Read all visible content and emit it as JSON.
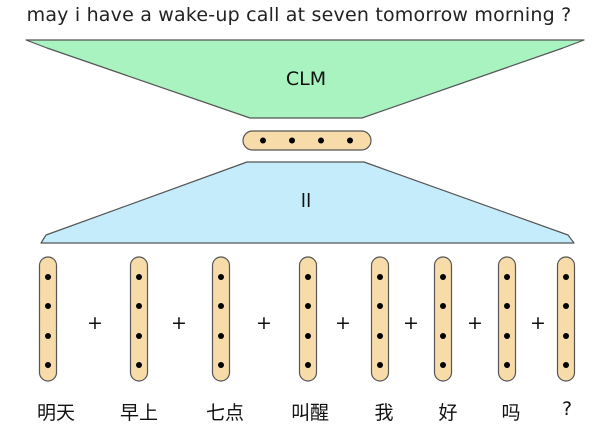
{
  "output_sentence": "may i have a wake-up call at seven tomorrow morning ?",
  "decoder_label": "CLM",
  "encoder_label": "ll",
  "plus_sign": "+",
  "tokens": [
    "明天",
    "早上",
    "七点",
    "叫醒",
    "我",
    "好",
    "吗",
    "?"
  ],
  "colors": {
    "decoder_fill": "#a8f3c0",
    "encoder_fill": "#c4ecfb",
    "vector_fill": "#f7dcaa",
    "outline": "#555555"
  }
}
